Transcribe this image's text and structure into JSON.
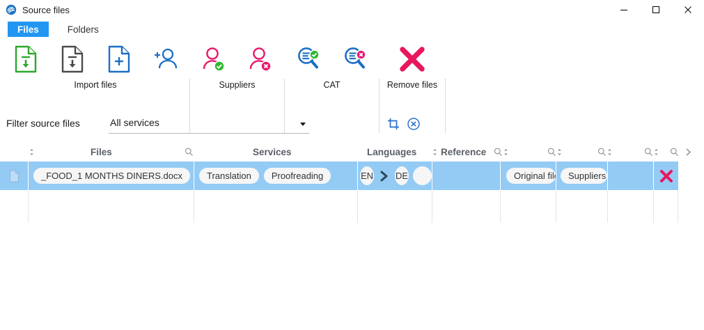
{
  "window": {
    "title": "Source files",
    "logo_icon": "app-logo-icon",
    "minimize_label": "minimize-icon",
    "maximize_label": "maximize-icon",
    "close_label": "close-icon"
  },
  "tabs": [
    {
      "label": "Files",
      "active": true
    },
    {
      "label": "Folders",
      "active": false
    }
  ],
  "ribbon": {
    "groups": [
      {
        "label": "Import files",
        "items": [
          {
            "icon": "document-download-green-icon"
          },
          {
            "icon": "document-download-dark-icon"
          },
          {
            "icon": "document-add-blue-icon"
          },
          {
            "icon": "person-add-blue-icon"
          }
        ]
      },
      {
        "label": "Suppliers",
        "items": [
          {
            "icon": "supplier-assign-icon"
          },
          {
            "icon": "supplier-unassign-icon"
          }
        ]
      },
      {
        "label": "CAT",
        "items": [
          {
            "icon": "cat-analyze-ok-icon"
          },
          {
            "icon": "cat-analyze-remove-icon"
          }
        ]
      },
      {
        "label": "Remove files",
        "items": [
          {
            "icon": "remove-files-x-icon"
          }
        ]
      }
    ]
  },
  "filter": {
    "label": "Filter source files",
    "service_select_value": "All services",
    "crop_icon": "filter-crop-icon",
    "clear_icon": "clear-filter-icon"
  },
  "grid": {
    "columns": [
      {
        "title": "",
        "search": false,
        "sort": true
      },
      {
        "title": "Files",
        "search": true,
        "sort": false
      },
      {
        "title": "Services",
        "search": false,
        "sort": false
      },
      {
        "title": "Languages",
        "search": false,
        "sort": false
      },
      {
        "title": "Reference",
        "search": true,
        "sort": true
      },
      {
        "title": "",
        "search": true,
        "sort": true
      },
      {
        "title": "",
        "search": true,
        "sort": true
      },
      {
        "title": "",
        "search": true,
        "sort": true
      },
      {
        "title": "",
        "search": true,
        "sort": false
      }
    ],
    "expand_icon": "chevron-right-icon",
    "rows": [
      {
        "selected": true,
        "file_icon": "file-icon",
        "file_name": "_FOOD_1 MONTHS DINERS.docx",
        "services": [
          "Translation",
          "Proofreading"
        ],
        "languages": {
          "source": "EN",
          "target": "DE",
          "arrow_icon": "arrow-right-icon"
        },
        "reference": "",
        "col6": "Original files",
        "col7": "Suppliers",
        "col8": "",
        "remove_icon": "row-remove-icon"
      }
    ]
  },
  "colors": {
    "accent_blue": "#2196f3",
    "row_selected": "#93cbf5",
    "pink": "#e8175d",
    "green": "#35b035",
    "header_text": "#5a5f66"
  }
}
